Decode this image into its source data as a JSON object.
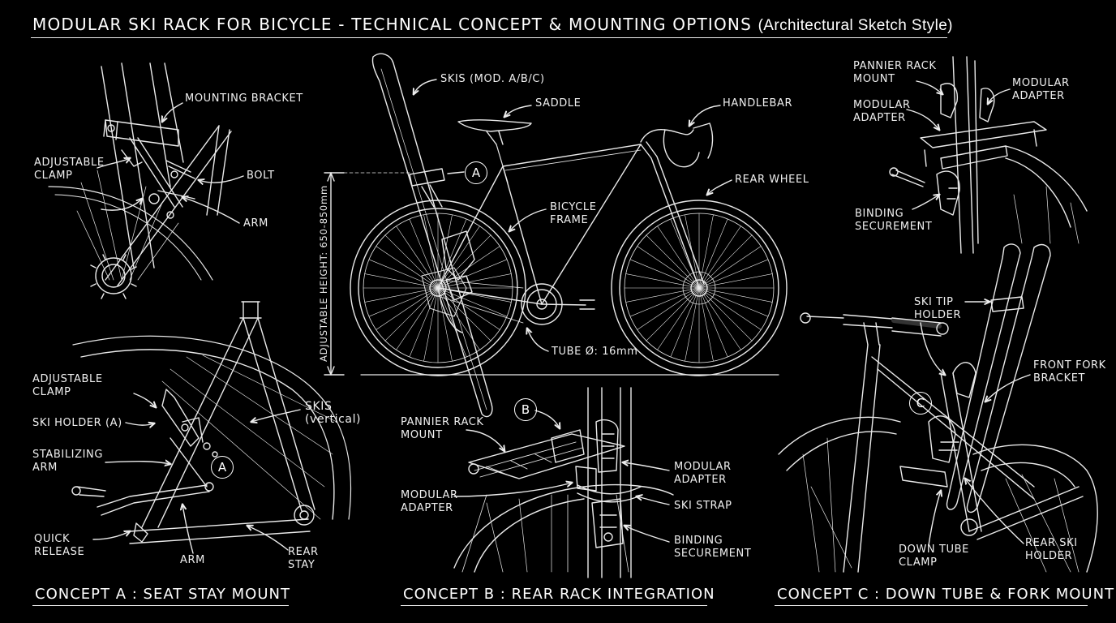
{
  "title": {
    "main": "MODULAR SKI RACK FOR BICYCLE - TECHNICAL CONCEPT & MOUNTING OPTIONS",
    "style_note": "(Architectural Sketch Style)"
  },
  "colors": {
    "background": "#000000",
    "ink": "#f2f2f2"
  },
  "concept_a": {
    "heading": "CONCEPT A : SEAT STAY MOUNT",
    "labels": {
      "mounting_bracket": "MOUNTING BRACKET",
      "adjustable_clamp_top": "ADJUSTABLE\nCLAMP",
      "bolt": "BOLT",
      "arm_top": "ARM",
      "adjustable_clamp": "ADJUSTABLE\nCLAMP",
      "ski_holder": "SKI HOLDER (A)",
      "stabilizing_arm": "STABILIZING\nARM",
      "skis": "SKIS\n(vertical)",
      "quick_release": "QUICK\nRELEASE",
      "arm": "ARM",
      "rear_stay": "REAR\nSTAY"
    },
    "marker": "A"
  },
  "main_view": {
    "labels": {
      "skis": "SKIS (MOD. A/B/C)",
      "saddle": "SADDLE",
      "handlebar": "HANDLEBAR",
      "rear_wheel": "REAR WHEEL",
      "bicycle_frame": "BICYCLE\nFRAME",
      "tube": "TUBE Ø: 16mm",
      "adjustable_height": "ADJUSTABLE HEIGHT: 650-850mm"
    },
    "marker": "A"
  },
  "concept_b": {
    "heading": "CONCEPT B : REAR RACK INTEGRATION",
    "marker": "B",
    "labels": {
      "pannier_rack_mount": "PANNIER RACK\nMOUNT",
      "modular_adapter_left": "MODULAR\nADAPTER",
      "modular_adapter_right": "MODULAR\nADAPTER",
      "ski_strap": "SKI STRAP",
      "binding_securement": "BINDING\nSECUREMENT"
    }
  },
  "detail_b_top": {
    "labels": {
      "pannier_rack_mount": "PANNIER RACK\nMOUNT",
      "modular_adapter_left": "MODULAR\nADAPTER",
      "modular_adapter_right": "MODULAR\nADAPTER",
      "binding_securement": "BINDING\nSECUREMENT"
    }
  },
  "concept_c": {
    "heading": "CONCEPT C : DOWN TUBE & FORK MOUNT",
    "marker": "C",
    "labels": {
      "ski_tip_holder": "SKI TIP\nHOLDER",
      "front_fork_bracket": "FRONT FORK\nBRACKET",
      "down_tube_clamp": "DOWN TUBE\nCLAMP",
      "rear_ski_holder": "REAR SKI\nHOLDER"
    }
  }
}
